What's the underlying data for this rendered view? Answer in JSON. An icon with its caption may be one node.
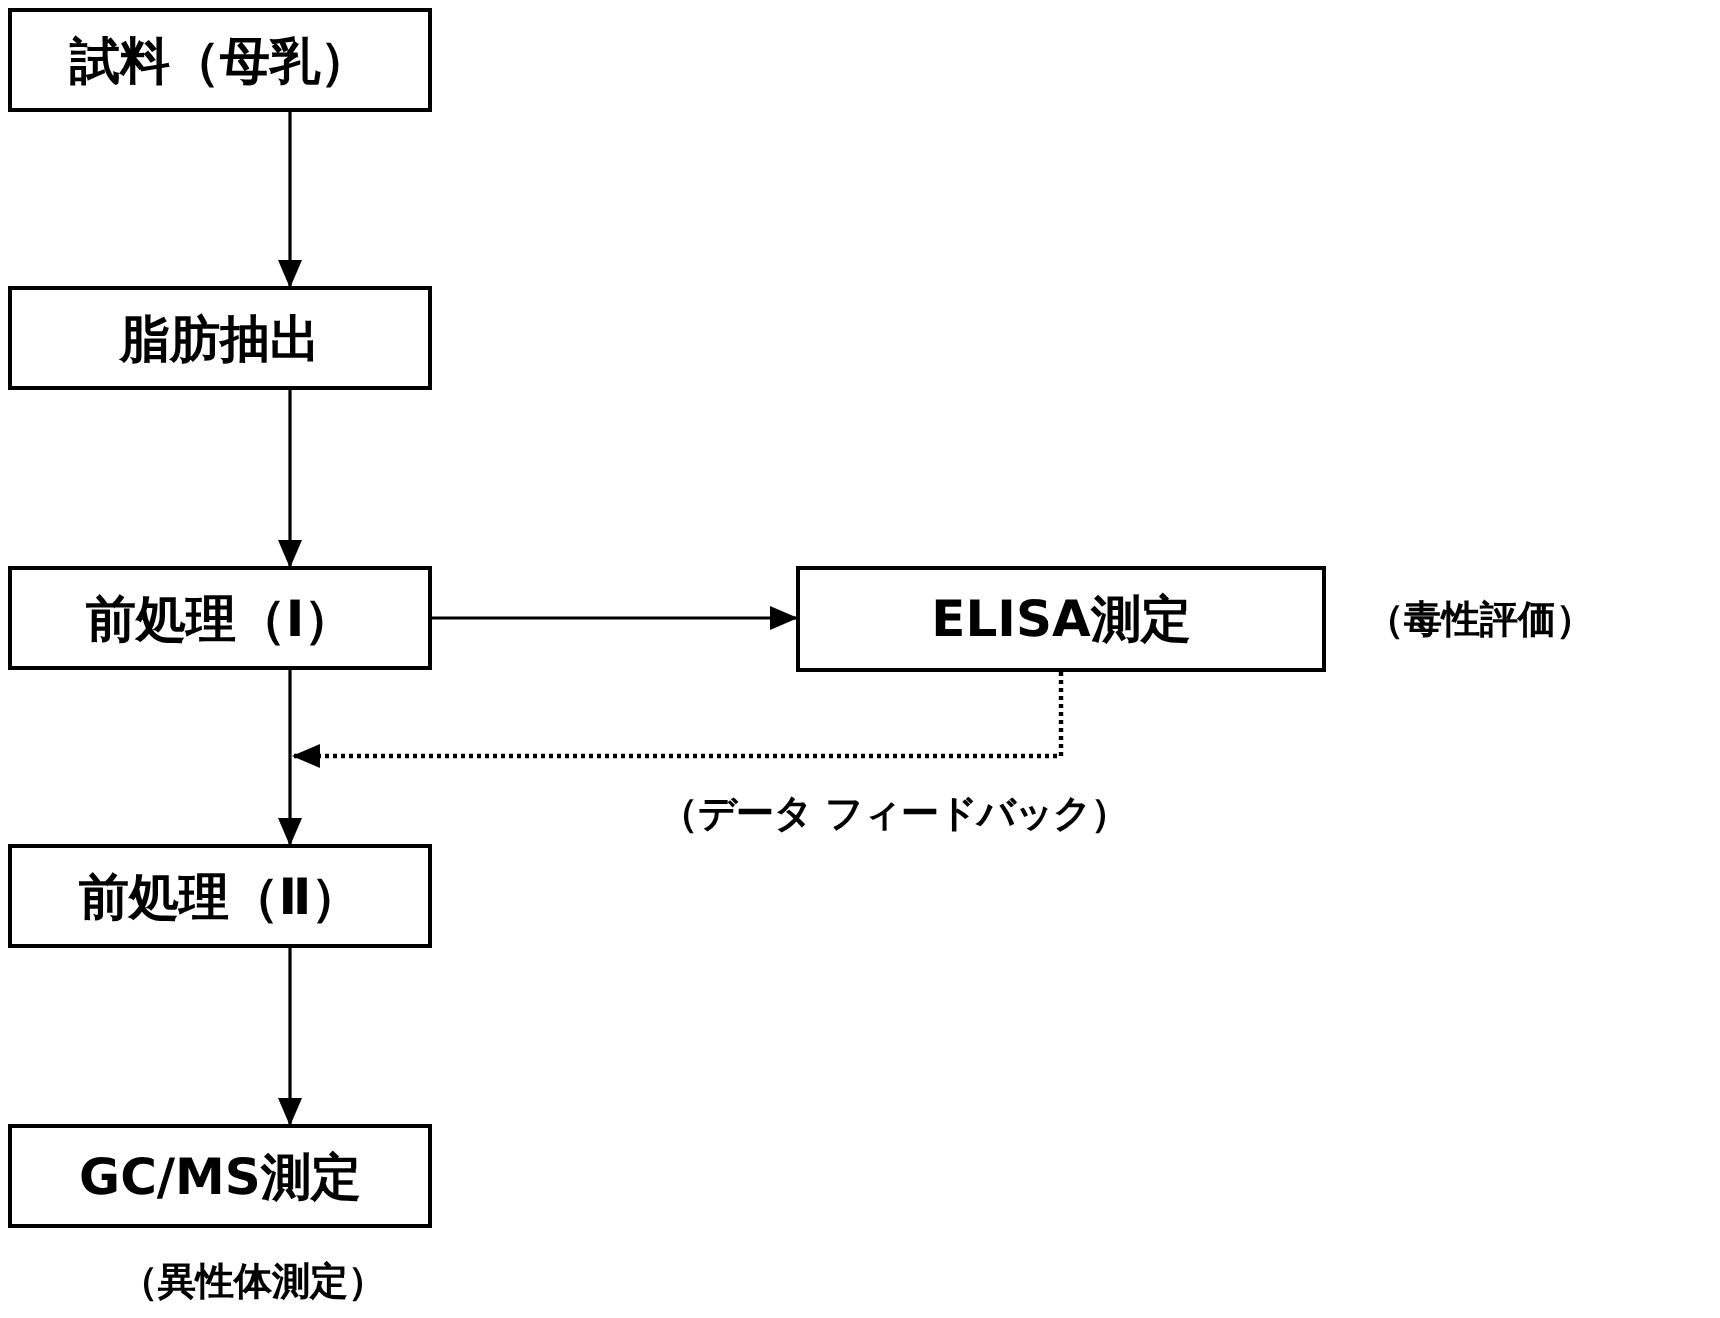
{
  "diagram": {
    "nodes": [
      {
        "text": [
          "試料（母乳）"
        ]
      },
      {
        "text": [
          "脂肪抽出"
        ]
      },
      {
        "text": [
          "前処理（Ⅰ）"
        ]
      },
      {
        "text": [
          "ELISA測定"
        ],
        "beside": [
          "（毒性評価）"
        ]
      },
      {
        "text": [
          "前処理（Ⅱ）"
        ]
      },
      {
        "text": [
          "GC/MS測定"
        ],
        "beside": [
          "（異性体測定）"
        ]
      }
    ],
    "edges": [
      {
        "from": 0,
        "to": 1,
        "arrow": "to"
      },
      {
        "from": 1,
        "to": 2,
        "arrow": "to"
      },
      {
        "from": 2,
        "to": 3,
        "arrow": "to"
      },
      {
        "from": 2,
        "to": 4,
        "arrow": "to"
      },
      {
        "from": 3,
        "to": null,
        "arrow": "to",
        "label": "（データ フィードバック）",
        "style": "dashed"
      },
      {
        "from": 4,
        "to": 5,
        "arrow": "to"
      }
    ]
  }
}
